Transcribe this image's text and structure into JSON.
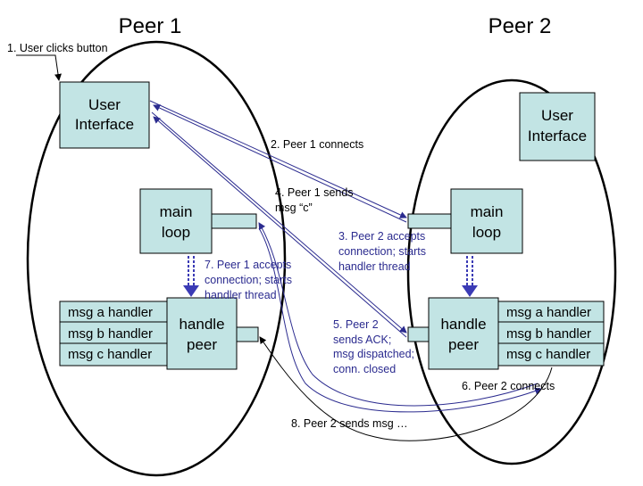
{
  "peers": [
    {
      "title": "Peer 1"
    },
    {
      "title": "Peer 2"
    }
  ],
  "boxes": {
    "ui1": [
      "User",
      "Interface"
    ],
    "ui2": [
      "User",
      "Interface"
    ],
    "main1": [
      "main",
      "loop"
    ],
    "main2": [
      "main",
      "loop"
    ],
    "handle1": [
      "handle",
      "peer"
    ],
    "handle2": [
      "handle",
      "peer"
    ]
  },
  "handlers": [
    "msg a handler",
    "msg b handler",
    "msg c handler"
  ],
  "annotations": {
    "step1": "1. User clicks button",
    "step2": "2. Peer 1 connects",
    "step4": [
      "4. Peer 1 sends",
      "msg “c”"
    ],
    "step3": [
      "3. Peer 2 accepts",
      "connection; starts",
      "handler thread"
    ],
    "step7": [
      "7. Peer 1 accepts",
      "connection; starts",
      "handler thread"
    ],
    "step5": [
      "5. Peer 2",
      "sends ACK;",
      "msg dispatched;",
      "conn. closed"
    ],
    "step6": "6. Peer 2 connects",
    "step8": "8. Peer 2 sends msg …"
  },
  "colors": {
    "box_fill": "#c2e4e4",
    "arrow_blue": "#2b2b8f",
    "dashed_arrow": "#3b3bb5",
    "black": "#000000"
  }
}
